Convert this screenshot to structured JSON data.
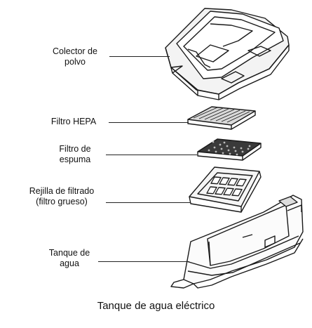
{
  "diagram": {
    "caption": "Tanque de agua eléctrico",
    "parts": [
      {
        "id": "dust-collector",
        "lines": [
          "Colector de",
          "polvo"
        ]
      },
      {
        "id": "hepa-filter",
        "lines": [
          "Filtro HEPA"
        ]
      },
      {
        "id": "foam-filter",
        "lines": [
          "Filtro de",
          "espuma"
        ]
      },
      {
        "id": "filter-grid",
        "lines": [
          "Rejilla de filtrado",
          "(filtro grueso)"
        ]
      },
      {
        "id": "water-tank",
        "lines": [
          "Tanque de",
          "agua"
        ]
      }
    ]
  }
}
